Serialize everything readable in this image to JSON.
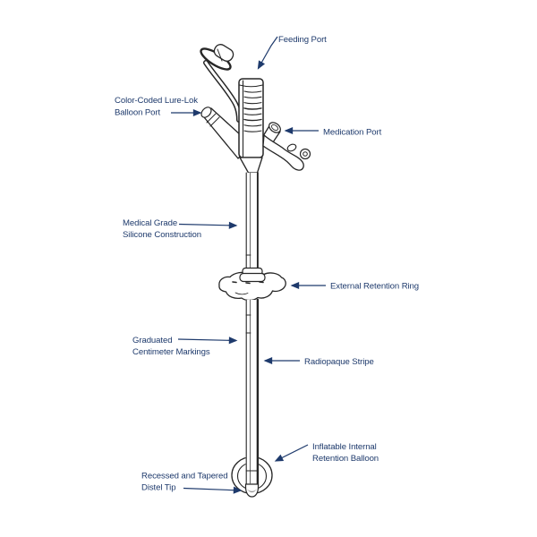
{
  "diagram": {
    "name": "Balloon gastrostomy feeding tube diagram",
    "colors": {
      "label_text": "#1e3a6c",
      "leader_arrow": "#1e3a6c",
      "device_outline": "#262626",
      "tip_shade": "#9a9a9a",
      "page_bg": "#ffffff"
    },
    "labels": {
      "feeding_port": {
        "text": "Feeding Port"
      },
      "balloon_port": {
        "line1": "Color-Coded Lure-Lok",
        "line2": "Balloon Port"
      },
      "medication_port": {
        "text": "Medication Port"
      },
      "silicone": {
        "line1": "Medical Grade",
        "line2": "Silicone Construction"
      },
      "retention_ring": {
        "text": "External Retention Ring"
      },
      "centimeter_markings": {
        "line1": "Graduated",
        "line2": "Centimeter Markings"
      },
      "radiopaque_stripe": {
        "text": "Radiopaque Stripe"
      },
      "retention_balloon": {
        "line1": "Inflatable Internal",
        "line2": "Retention Balloon"
      },
      "distal_tip": {
        "line1": "Recessed and Tapered",
        "line2": "Distel Tip"
      }
    }
  }
}
